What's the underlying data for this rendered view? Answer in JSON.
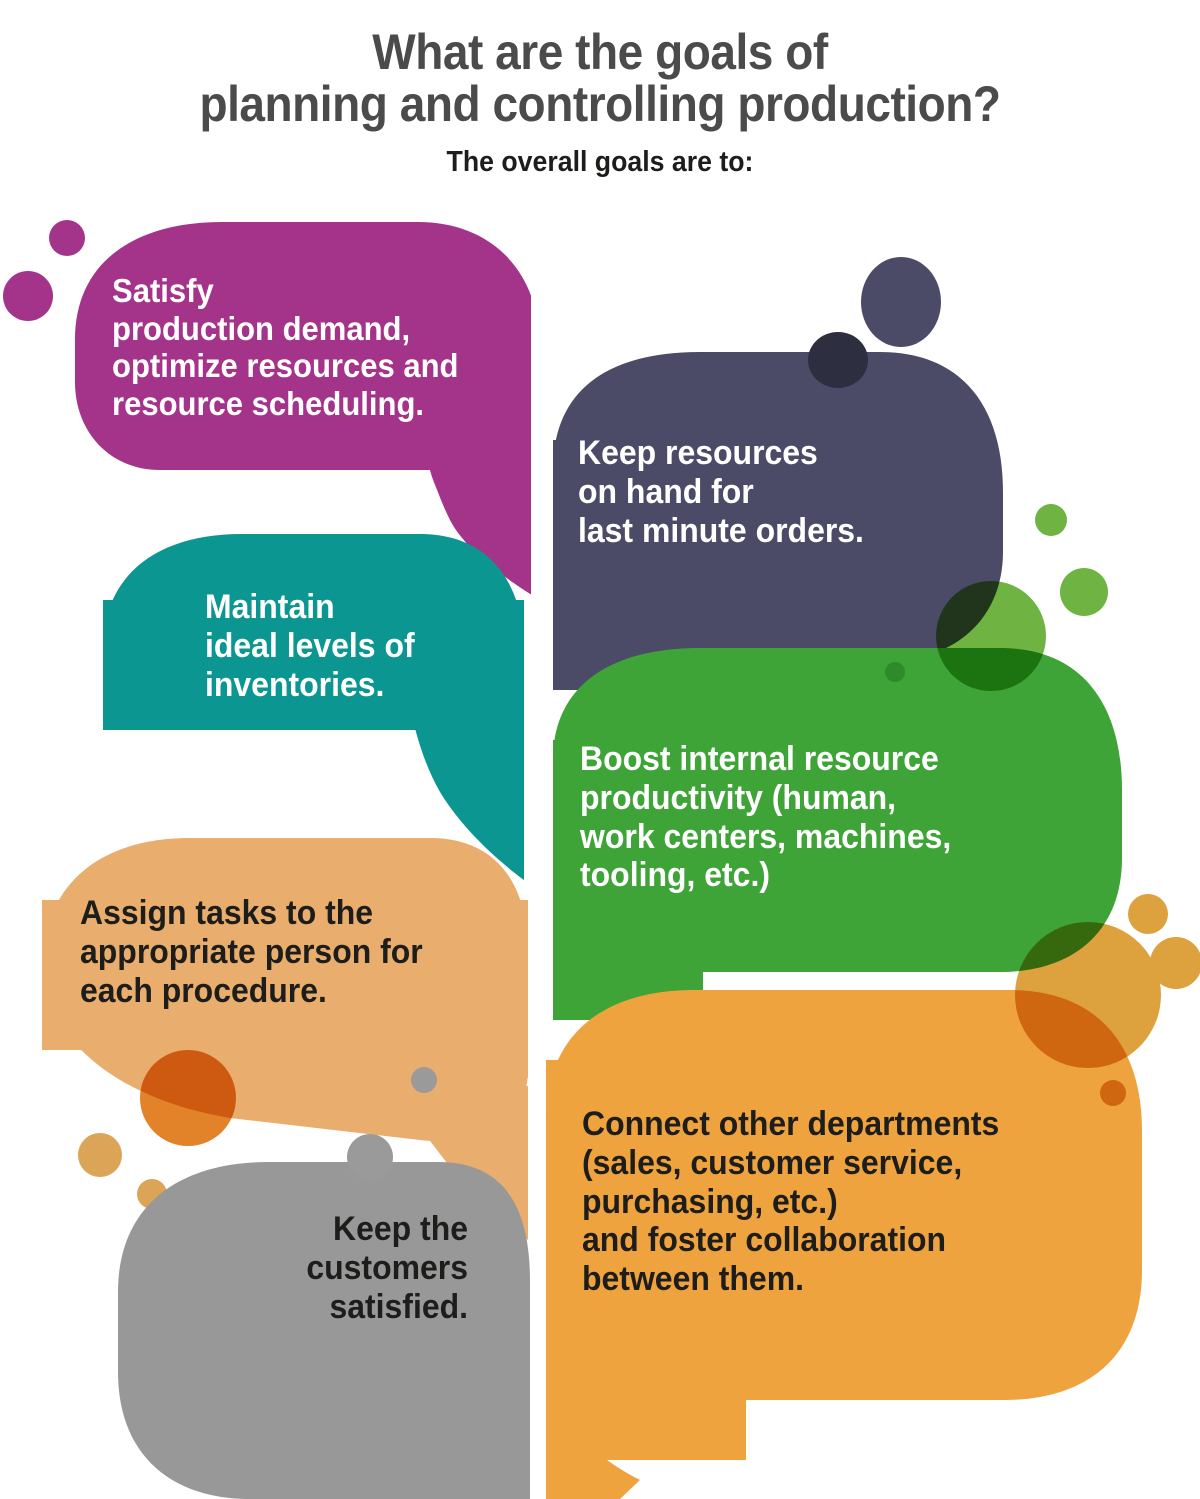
{
  "header": {
    "title_line_1": "What are the goals of",
    "title_line_2": "planning and controlling production?",
    "subtitle": "The overall goals are to:"
  },
  "colors": {
    "background": "#ffffff",
    "title_text": "#4b4b4b",
    "subtitle_text": "#1d1d1b",
    "magenta": "#a4348a",
    "magenta_dot": "#a4348a",
    "navy": "#4b4b68",
    "navy_dot": "#4b4b68",
    "navy_dot_dark": "#2e2e41",
    "teal": "#0c9691",
    "green": "#3ea437",
    "green_light_dot": "#6fb443",
    "tan": "#e9ae6d",
    "tan_dot": "#dca456",
    "tan_dot_dark": "#e2832a",
    "gray": "#989898",
    "gray_dot": "#9a9a9a",
    "orange": "#efa33f",
    "orange_dot": "#dda13e",
    "orange_dot_dark": "#e9812a",
    "text_on_dark": "#ffffff",
    "text_on_light": "#1d1d1b"
  },
  "bubbles": [
    {
      "id": "satisfy",
      "color_name": "magenta",
      "side": "left",
      "text_color": "light",
      "align": "left",
      "text": "Satisfy\nproduction demand,\noptimize resources and\nresource scheduling."
    },
    {
      "id": "keep-resources",
      "color_name": "navy",
      "side": "right",
      "text_color": "light",
      "align": "left",
      "text": "Keep resources\non hand for\nlast minute orders."
    },
    {
      "id": "maintain-inventories",
      "color_name": "teal",
      "side": "left",
      "text_color": "light",
      "align": "left",
      "text": "Maintain\nideal levels of\ninventories."
    },
    {
      "id": "boost-productivity",
      "color_name": "green",
      "side": "right",
      "text_color": "light",
      "align": "left",
      "text": "Boost internal resource\nproductivity (human,\nwork centers, machines,\ntooling, etc.)"
    },
    {
      "id": "assign-tasks",
      "color_name": "tan",
      "side": "left",
      "text_color": "dark",
      "align": "left",
      "text": "Assign tasks to the\nappropriate person for\neach procedure."
    },
    {
      "id": "connect-departments",
      "color_name": "orange",
      "side": "right",
      "text_color": "dark",
      "align": "left",
      "text": "Connect other departments\n(sales, customer service,\npurchasing, etc.)\nand foster collaboration\nbetween them."
    },
    {
      "id": "keep-customers-satisfied",
      "color_name": "gray",
      "side": "left",
      "text_color": "dark",
      "align": "right",
      "text": "Keep the\ncustomers\nsatisfied."
    }
  ],
  "decor": {
    "description": "scattered circles matching each bubble color family"
  }
}
